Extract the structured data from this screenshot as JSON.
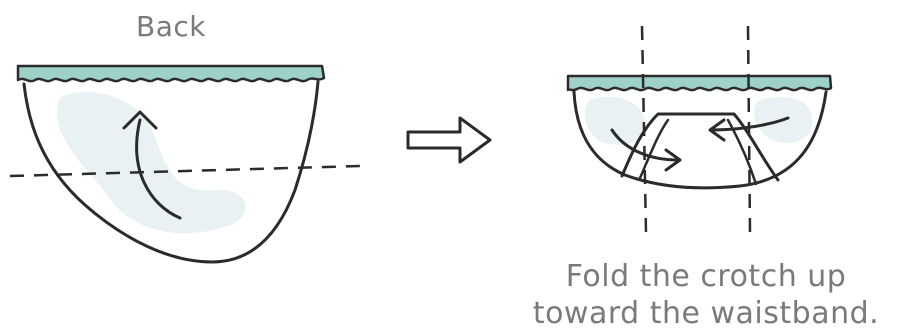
{
  "back_label": "Back",
  "caption": {
    "line1": "Fold the crotch up",
    "line2": "toward the waistband."
  },
  "colors": {
    "waistband": "#9ed1c8",
    "outline": "#2b2b2b",
    "text": "#7a7a7a",
    "shading": "#e7f0f3"
  },
  "icons": [
    "curved-up-arrow-icon",
    "right-arrow-icon",
    "fold-arrow-icons"
  ]
}
